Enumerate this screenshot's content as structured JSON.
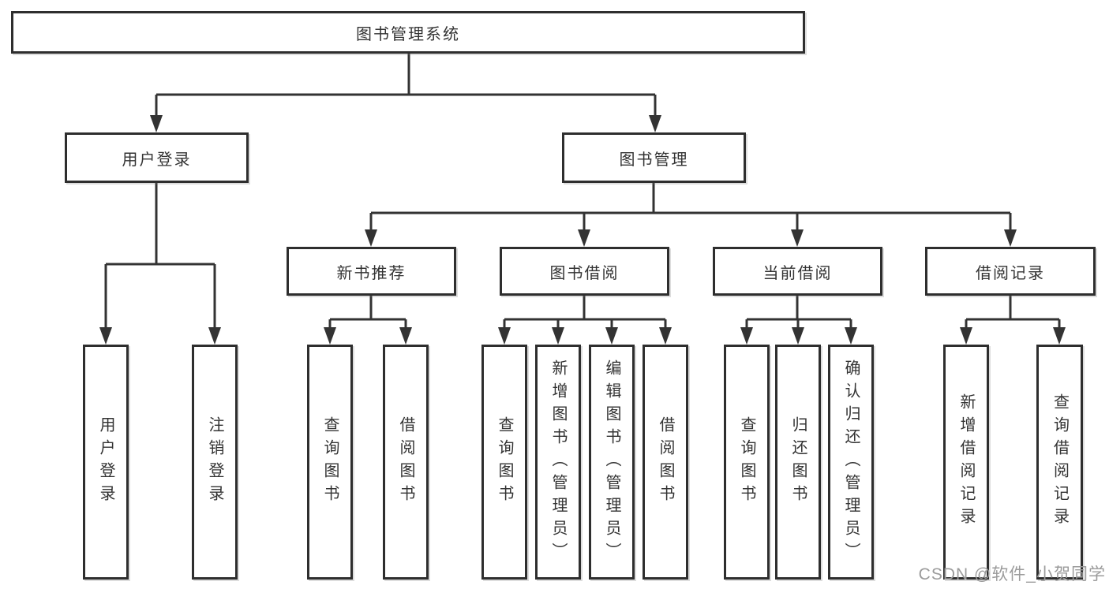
{
  "diagram_title": "图书管理系统",
  "tree": {
    "label": "图书管理系统",
    "children": [
      {
        "label": "用户登录",
        "children": [
          {
            "label": "用户登录"
          },
          {
            "label": "注销登录"
          }
        ]
      },
      {
        "label": "图书管理",
        "children": [
          {
            "label": "新书推荐",
            "children": [
              {
                "label": "查询图书"
              },
              {
                "label": "借阅图书"
              }
            ]
          },
          {
            "label": "图书借阅",
            "children": [
              {
                "label": "查询图书"
              },
              {
                "label": "新增图书（管理员）"
              },
              {
                "label": "编辑图书（管理员）"
              },
              {
                "label": "借阅图书"
              }
            ]
          },
          {
            "label": "当前借阅",
            "children": [
              {
                "label": "查询图书"
              },
              {
                "label": "归还图书"
              },
              {
                "label": "确认归还（管理员）"
              }
            ]
          },
          {
            "label": "借阅记录",
            "children": [
              {
                "label": "新增借阅记录"
              },
              {
                "label": "查询借阅记录"
              }
            ]
          }
        ]
      }
    ]
  },
  "watermark": {
    "text": "CSDN @软件_小贺同学"
  },
  "colors": {
    "line": "#333333",
    "box_border": "#2e2e2e",
    "text": "#333333",
    "watermark": "#9b9b9b",
    "background": "#ffffff"
  }
}
